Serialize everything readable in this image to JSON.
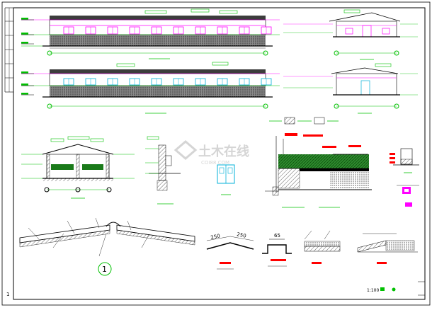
{
  "sheet": {
    "page_number": "1",
    "watermark_cn": "土木在线",
    "watermark_en": "COI88.COM",
    "scale_mark": "1:100",
    "callout_number": "1",
    "dimension_250a": "250",
    "dimension_250b": "250",
    "dimension_65": "65"
  },
  "colors": {
    "line": "#000000",
    "green": "#00c000",
    "magenta": "#ff00ff",
    "red": "#ff0000",
    "cyan": "#00b0d8",
    "wall_fill": "#8a8a8a",
    "roof_fill": "#3c3c3c",
    "hatch_green": "#1a7a1a"
  }
}
